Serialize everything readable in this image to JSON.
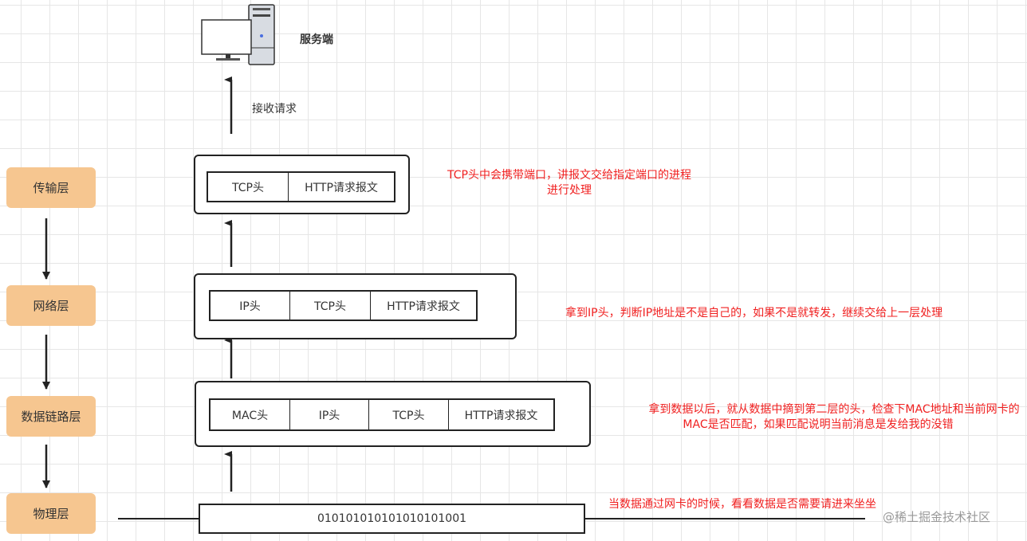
{
  "server": {
    "label": "服务端",
    "receive_label": "接收请求"
  },
  "layers": [
    "传输层",
    "网络层",
    "数据链路层",
    "物理层"
  ],
  "transport_packet": [
    "TCP头",
    "HTTP请求报文"
  ],
  "network_packet": [
    "IP头",
    "TCP头",
    "HTTP请求报文"
  ],
  "datalink_packet": [
    "MAC头",
    "IP头",
    "TCP头",
    "HTTP请求报文"
  ],
  "physical_bits": "010101010101010101001",
  "notes": {
    "transport_1": "TCP头中会携带端口，讲报文交给指定端口的进程",
    "transport_2": "进行处理",
    "network": "拿到IP头，判断IP地址是不是自己的，如果不是就转发，继续交给上一层处理",
    "datalink_1": "拿到数据以后，就从数据中摘到第二层的头，检查下MAC地址和当前网卡的",
    "datalink_2": "MAC是否匹配，如果匹配说明当前消息是发给我的没错",
    "physical": "当数据通过网卡的时候，看看数据是否需要请进来坐坐"
  },
  "watermark": "@稀土掘金技术社区"
}
